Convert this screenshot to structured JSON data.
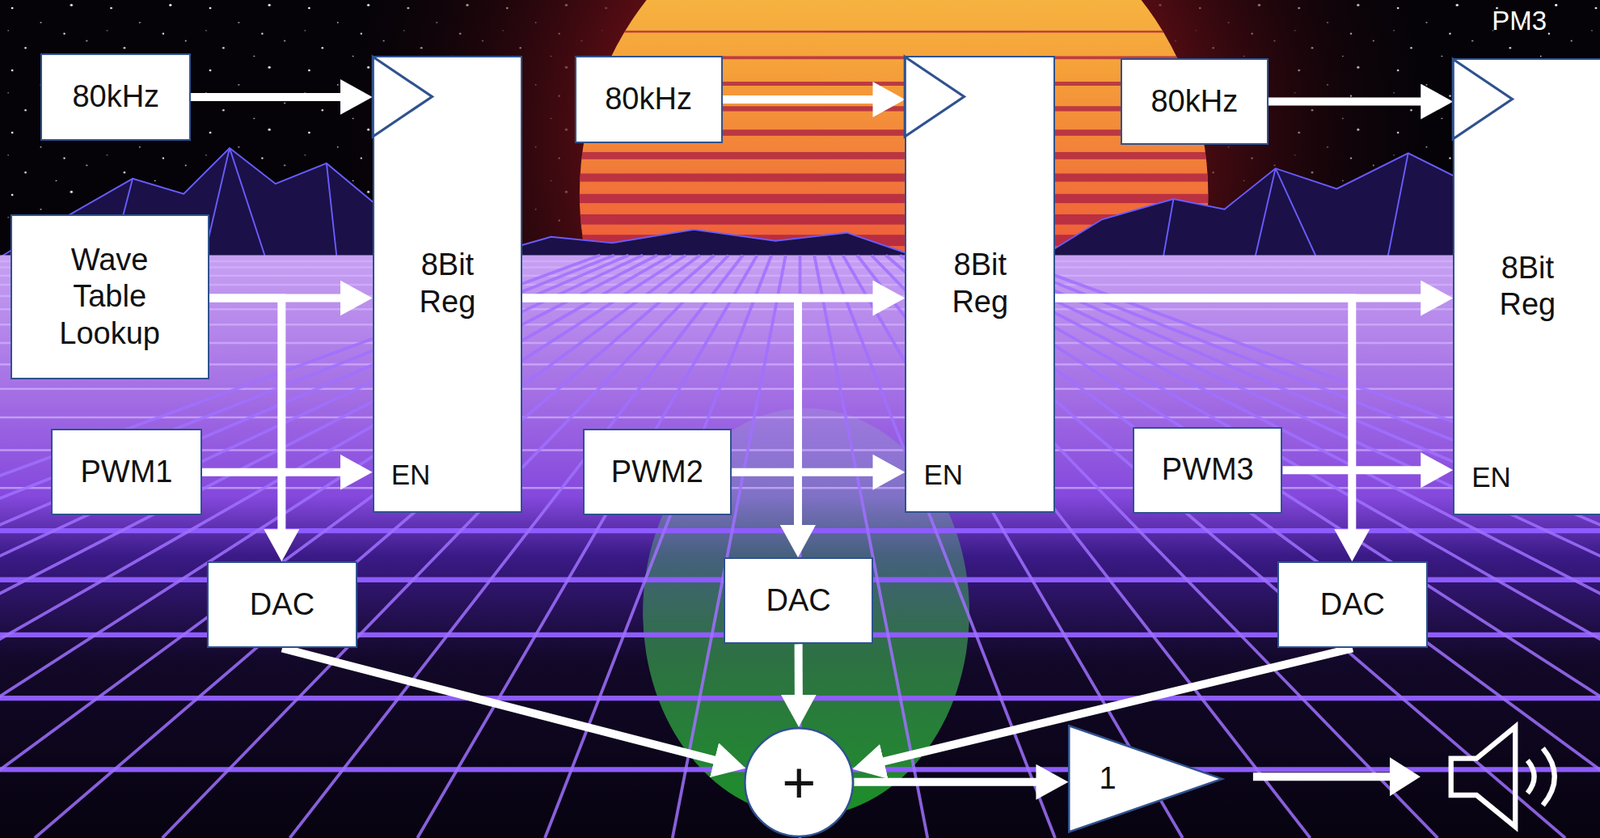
{
  "diagram": {
    "nodes": [
      {
        "text": [
          "80kHz"
        ]
      },
      {
        "text": [
          "8Bit Reg",
          "EN"
        ]
      },
      {
        "text": [
          "80kHz"
        ]
      },
      {
        "text": [
          "8Bit Reg",
          "EN"
        ]
      },
      {
        "text": [
          "80kHz"
        ]
      },
      {
        "text": [
          "8Bit Reg",
          "EN"
        ]
      },
      {
        "text": [
          "Wave Table Lookup"
        ]
      },
      {
        "text": [
          "PWM1"
        ]
      },
      {
        "text": [
          "PWM2"
        ]
      },
      {
        "text": [
          "PWM3"
        ]
      },
      {
        "text": [
          "DAC"
        ]
      },
      {
        "text": [
          "DAC"
        ]
      },
      {
        "text": [
          "DAC"
        ]
      },
      {
        "text": [
          "+"
        ]
      },
      {
        "text": [
          "1"
        ]
      }
    ],
    "edges": [
      {
        "from": 0,
        "to": 1,
        "arrow": "to"
      },
      {
        "from": 2,
        "to": 3,
        "arrow": "to"
      },
      {
        "from": 4,
        "to": 5,
        "arrow": "to"
      },
      {
        "from": 6,
        "to": 1,
        "arrow": "to"
      },
      {
        "from": 6,
        "to": 10,
        "arrow": "to"
      },
      {
        "from": 7,
        "to": 1,
        "arrow": "to"
      },
      {
        "from": 1,
        "to": 3,
        "arrow": "to"
      },
      {
        "from": 1,
        "to": 11,
        "arrow": "to"
      },
      {
        "from": 8,
        "to": 3,
        "arrow": "to"
      },
      {
        "from": 3,
        "to": 5,
        "arrow": "to"
      },
      {
        "from": 3,
        "to": 12,
        "arrow": "to"
      },
      {
        "from": 9,
        "to": 5,
        "arrow": "to"
      },
      {
        "from": 10,
        "to": 13,
        "arrow": "to"
      },
      {
        "from": 11,
        "to": 13,
        "arrow": "to"
      },
      {
        "from": 12,
        "to": 13,
        "arrow": "to"
      },
      {
        "from": 13,
        "to": 14,
        "arrow": "to"
      }
    ],
    "labels": [
      "PM3"
    ]
  }
}
